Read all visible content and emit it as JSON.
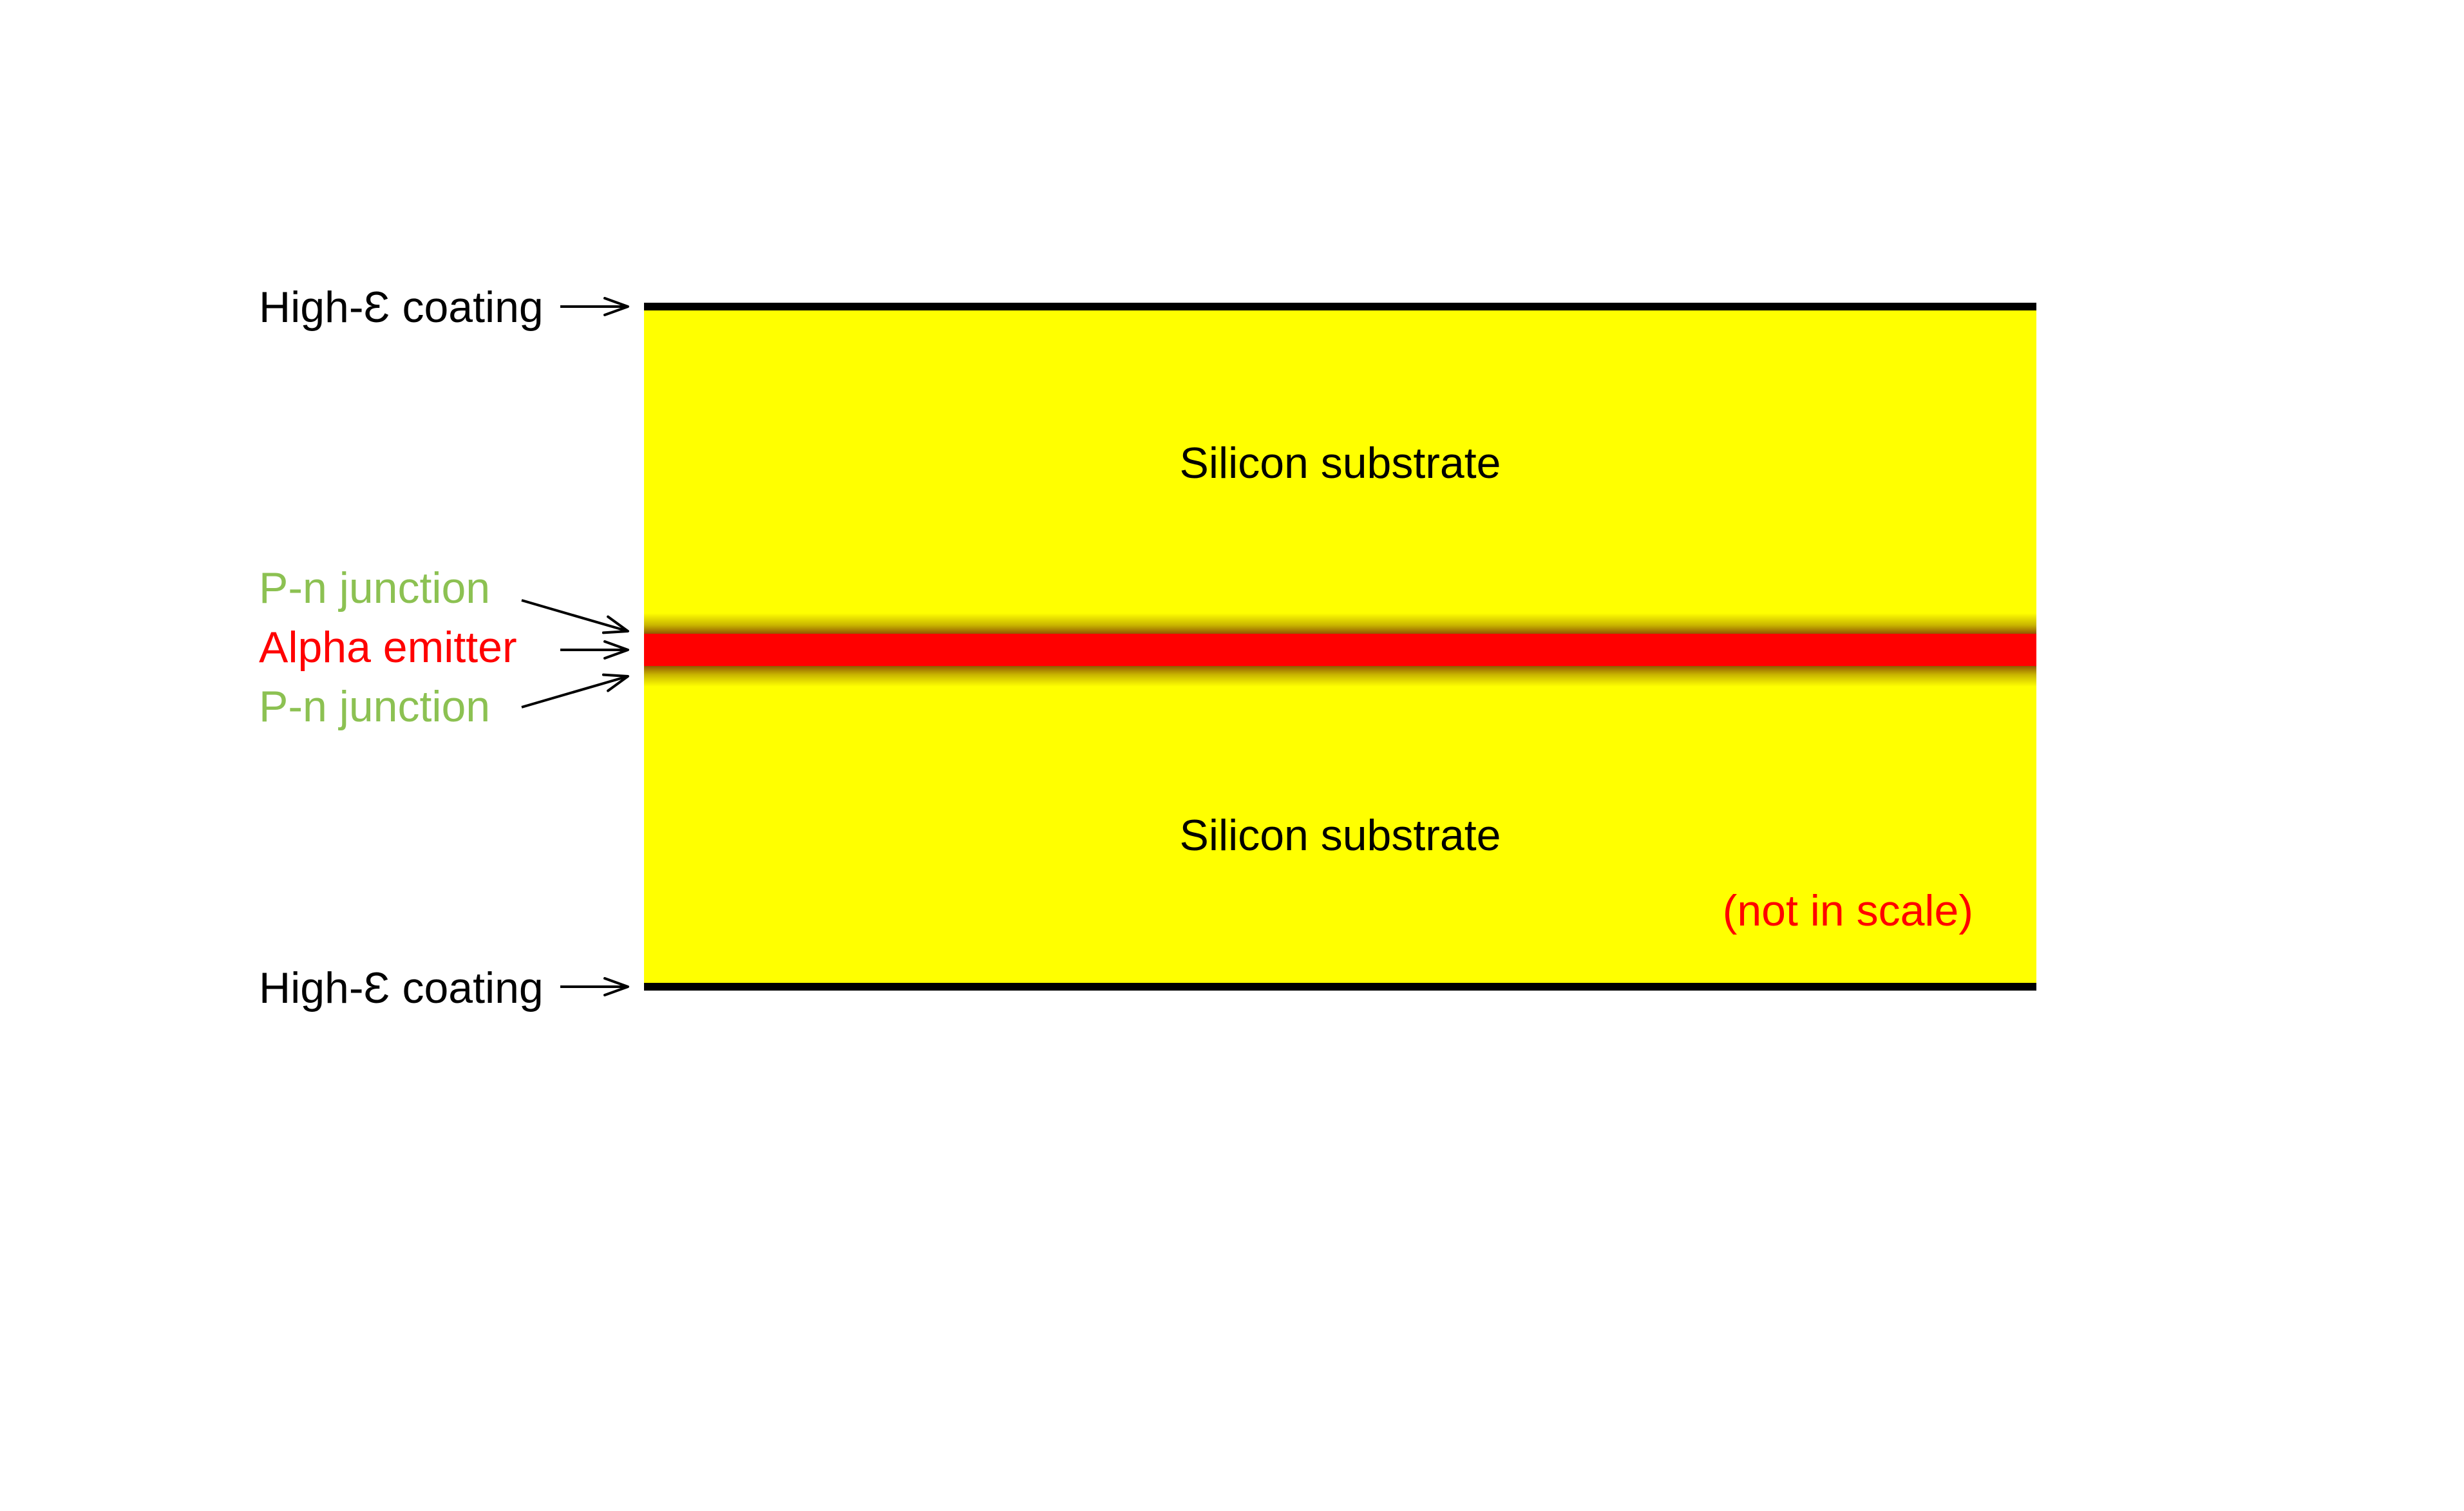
{
  "diagram": {
    "labels": {
      "top_coating": "High-Ɛ coating",
      "bottom_coating": "High-Ɛ coating",
      "pn_junction_top": "P-n junction",
      "alpha_emitter": "Alpha emitter",
      "pn_junction_bottom": "P-n junction",
      "substrate_top": "Silicon substrate",
      "substrate_bottom": "Silicon substrate",
      "scale_note": "(not in scale)"
    },
    "colors": {
      "substrate": "#ffff00",
      "emitter": "#ff0000",
      "junction_label": "#8cc152",
      "emitter_label": "#ff0000",
      "scale_note": "#ff0000",
      "coating": "#000000",
      "text": "#000000"
    }
  }
}
